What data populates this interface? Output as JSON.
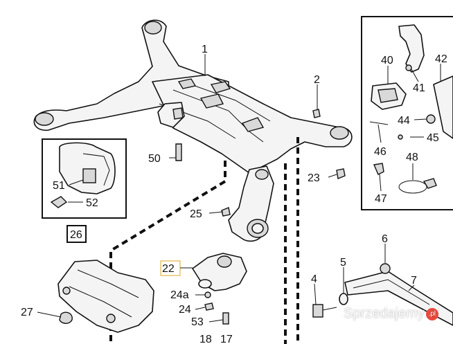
{
  "diagram": {
    "callouts": {
      "c1": "1",
      "c2": "2",
      "c4": "4",
      "c5": "5",
      "c6": "6",
      "c7": "7",
      "c17": "17",
      "c18": "18",
      "c22": "22",
      "c23": "23",
      "c24": "24",
      "c24a": "24a",
      "c25": "25",
      "c26": "26",
      "c27": "27",
      "c40": "40",
      "c41": "41",
      "c42": "42",
      "c44": "44",
      "c45": "45",
      "c46": "46",
      "c47": "47",
      "c48": "48",
      "c50": "50",
      "c51": "51",
      "c52": "52",
      "c53": "53"
    },
    "highlight_color": "#e8c46a"
  },
  "watermark": {
    "text": "Sprzedajemy",
    "badge": ".pl"
  }
}
